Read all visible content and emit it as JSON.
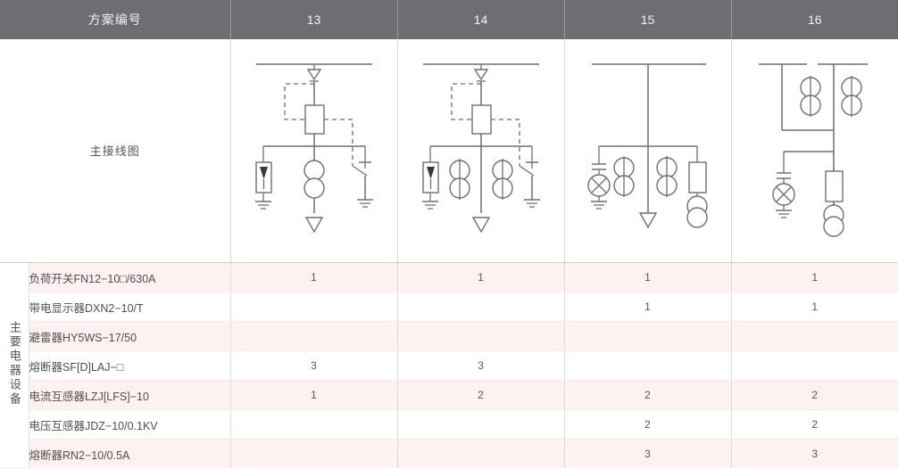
{
  "header": {
    "label": "方案编号",
    "columns": [
      "13",
      "14",
      "15",
      "16"
    ]
  },
  "diagram_row": {
    "label": "主接线图",
    "diagrams": [
      {
        "scheme": "13",
        "elements": [
          "busbar",
          "load-switch",
          "dashed-interlock",
          "fuse",
          "arrester-with-ground",
          "current-transformer-x1",
          "earthing-switch",
          "outgoing-arrow"
        ]
      },
      {
        "scheme": "14",
        "elements": [
          "busbar",
          "load-switch",
          "dashed-interlock",
          "fuse",
          "arrester-with-ground",
          "current-transformer-x2",
          "earthing-switch",
          "outgoing-arrow"
        ]
      },
      {
        "scheme": "15",
        "elements": [
          "busbar",
          "voltage-indicator-grounded",
          "current-transformer-x2",
          "fuse-with-pt",
          "outgoing-arrow"
        ]
      },
      {
        "scheme": "16",
        "elements": [
          "dual-busbar",
          "current-transformer-x2",
          "voltage-indicator-grounded",
          "fuse-with-pt"
        ]
      }
    ]
  },
  "spec_section": {
    "vertical_label": "主要电器设备",
    "rows": [
      {
        "label": "负荷开关FN12−10□/630A",
        "values": [
          "1",
          "1",
          "1",
          "1"
        ]
      },
      {
        "label": "带电显示器DXN2−10/T",
        "values": [
          "",
          "",
          "1",
          "1"
        ]
      },
      {
        "label": "避雷器HY5WS−17/50",
        "values": [
          "",
          "",
          "",
          ""
        ]
      },
      {
        "label": "熔断器SF[D]LAJ−□",
        "values": [
          "3",
          "3",
          "",
          ""
        ]
      },
      {
        "label": "电流互感器LZJ[LFS]−10",
        "values": [
          "1",
          "2",
          "2",
          "2"
        ]
      },
      {
        "label": "电压互感器JDZ−10/0.1KV",
        "values": [
          "",
          "",
          "2",
          "2"
        ]
      },
      {
        "label": "熔断器RN2−10/0.5A",
        "values": [
          "",
          "",
          "3",
          "3"
        ]
      }
    ]
  },
  "colors": {
    "header_bg": "#6d6e71",
    "row_pink": "#fdf2f0",
    "row_white": "#ffffff",
    "line": "#6f6f6f"
  }
}
